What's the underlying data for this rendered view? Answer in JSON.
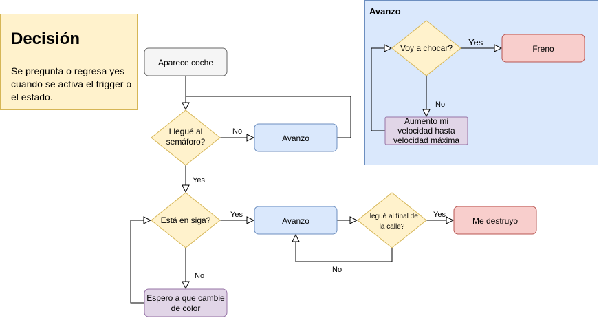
{
  "note": {
    "title": "Decisión",
    "body": "Se pregunta o regresa yes cuando se activa el trigger o el estado."
  },
  "group": {
    "title": "Avanzo"
  },
  "nodes": {
    "aparece": "Aparece coche",
    "llegue_semaforo_1": "Llegué al",
    "llegue_semaforo_2": "semáforo?",
    "avanzo_1": "Avanzo",
    "esta_en_siga": "Está en siga?",
    "avanzo_2": "Avanzo",
    "final_calle_1": "Llegué al final de",
    "final_calle_2": "la calle?",
    "me_destruyo": "Me destruyo",
    "espero_1": "Espero a que cambie",
    "espero_2": "de color",
    "voy_chocar": "Voy a chocar?",
    "freno": "Freno",
    "aumento_1": "Aumento mi",
    "aumento_2": "velocidad hasta",
    "aumento_3": "velocidad máxima"
  },
  "edges": {
    "no_semaforo": "No",
    "yes_semaforo": "Yes",
    "yes_siga": "Yes",
    "no_siga": "No",
    "yes_final": "Yes",
    "no_final": "No",
    "yes_chocar": "Yes",
    "no_chocar": "No"
  },
  "colors": {
    "gray_fill": "#f5f5f5",
    "gray_stroke": "#666666",
    "yellow_fill": "#fff2cc",
    "yellow_stroke": "#d6b656",
    "blue_fill": "#dae8fc",
    "blue_stroke": "#6c8ebf",
    "red_fill": "#f8cecc",
    "red_stroke": "#b85450",
    "purple_fill": "#e1d5e7",
    "purple_stroke": "#9673a6"
  }
}
